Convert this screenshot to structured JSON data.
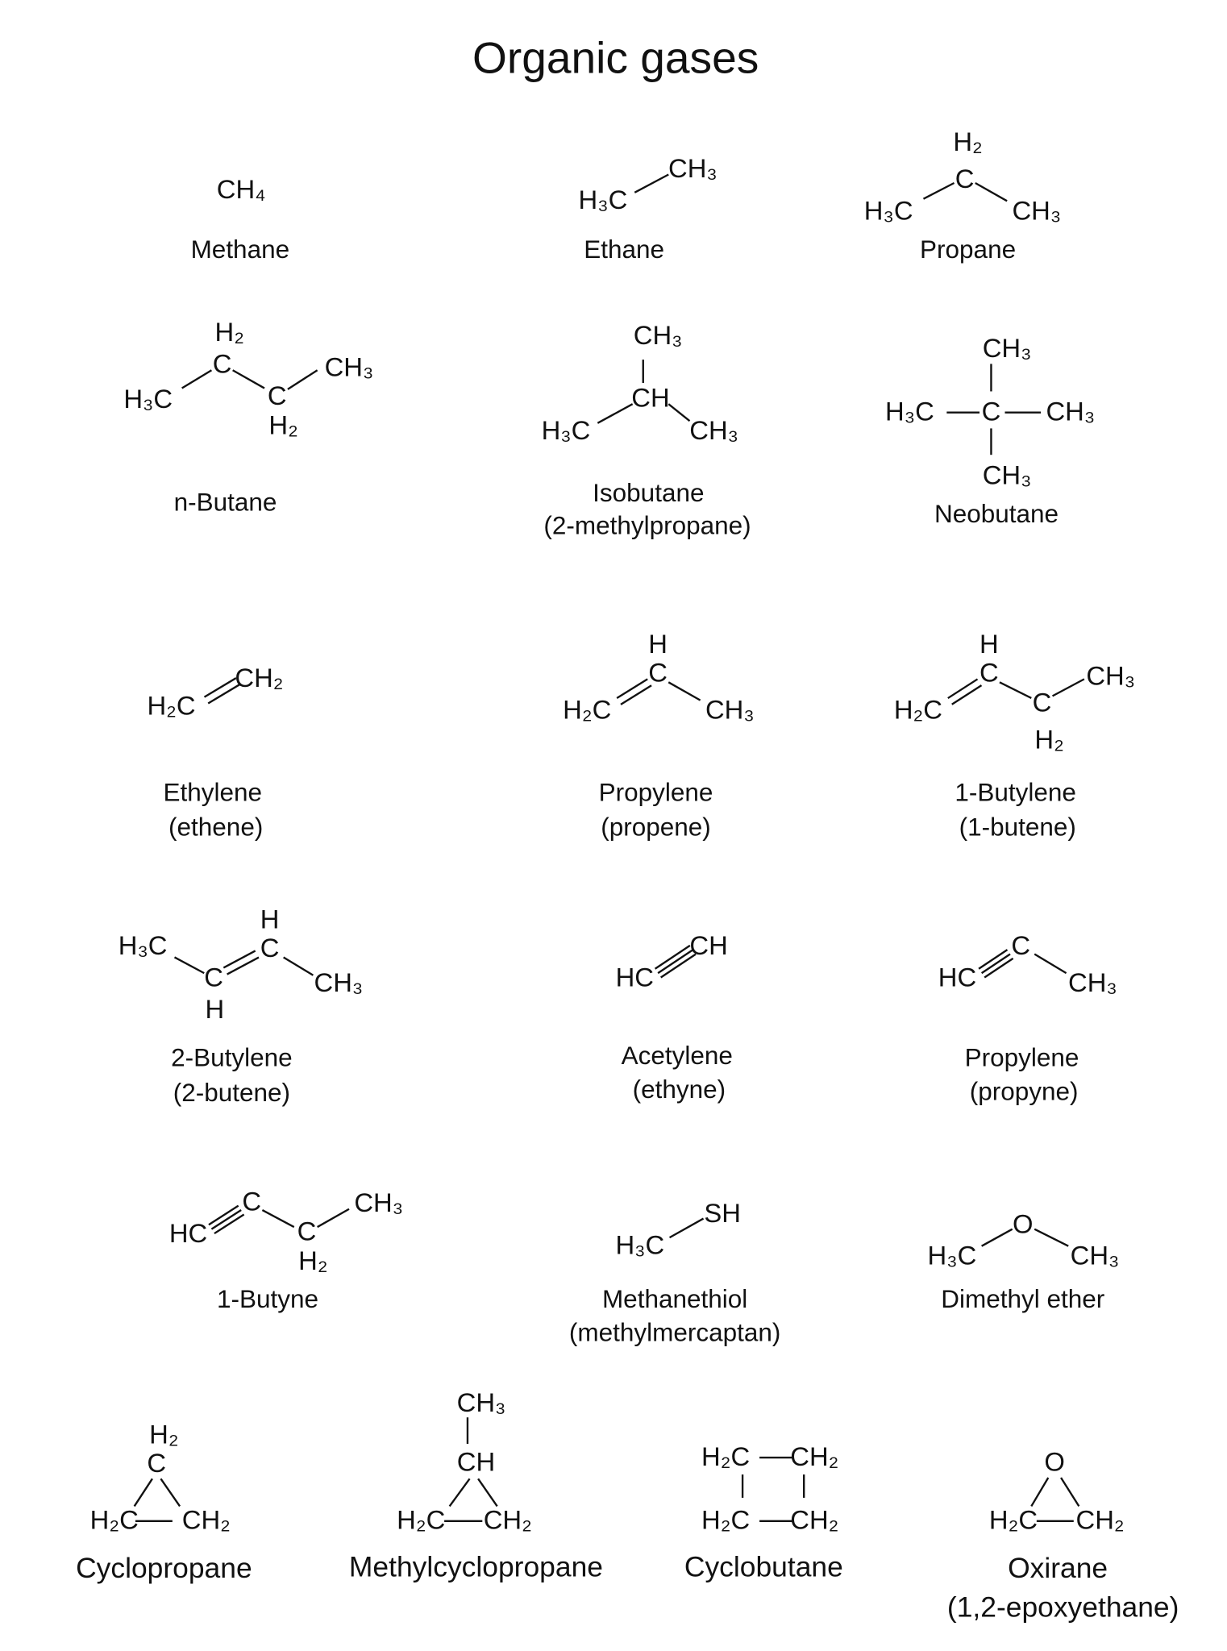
{
  "title": "Organic gases",
  "molecules": [
    {
      "name": "Methane",
      "atoms": [
        "CH₄"
      ]
    },
    {
      "name": "Ethane",
      "atoms": [
        "H₃C",
        "CH₃"
      ]
    },
    {
      "name": "Propane",
      "atoms": [
        "H₂",
        "C",
        "H₃C",
        "CH₃"
      ]
    },
    {
      "name": "n-Butane",
      "atoms": [
        "H₂",
        "C",
        "H₃C",
        "C",
        "H₂",
        "CH₃"
      ]
    },
    {
      "name": "Isobutane",
      "alt": "(2-methylpropane)",
      "atoms": [
        "CH₃",
        "CH",
        "H₃C",
        "CH₃"
      ]
    },
    {
      "name": "Neobutane",
      "atoms": [
        "CH₃",
        "C",
        "H₃C",
        "CH₃",
        "CH₃"
      ]
    },
    {
      "name": "Ethylene",
      "alt": "(ethene)",
      "atoms": [
        "H₂C",
        "CH₂"
      ]
    },
    {
      "name": "Propylene",
      "alt": "(propene)",
      "atoms": [
        "H",
        "C",
        "H₂C",
        "CH₃"
      ]
    },
    {
      "name": "1-Butylene",
      "alt": "(1-butene)",
      "atoms": [
        "H",
        "C",
        "H₂C",
        "C",
        "H₂",
        "CH₃"
      ]
    },
    {
      "name": "2-Butylene",
      "alt": "(2-butene)",
      "atoms": [
        "H₃C",
        "C",
        "H",
        "H",
        "C",
        "CH₃"
      ]
    },
    {
      "name": "Acetylene",
      "alt": "(ethyne)",
      "atoms": [
        "HC",
        "CH"
      ]
    },
    {
      "name": "Propylene",
      "alt": "(propyne)",
      "atoms": [
        "HC",
        "C",
        "CH₃"
      ]
    },
    {
      "name": "1-Butyne",
      "atoms": [
        "HC",
        "C",
        "C",
        "H₂",
        "CH₃"
      ]
    },
    {
      "name": "Methanethiol",
      "alt": "(methylmercaptan)",
      "atoms": [
        "H₃C",
        "SH"
      ]
    },
    {
      "name": "Dimethyl ether",
      "atoms": [
        "H₃C",
        "O",
        "CH₃"
      ]
    },
    {
      "name": "Cyclopropane",
      "atoms": [
        "H₂",
        "C",
        "H₂C",
        "CH₂"
      ]
    },
    {
      "name": "Methylcyclopropane",
      "atoms": [
        "CH₃",
        "CH",
        "H₂C",
        "CH₂"
      ]
    },
    {
      "name": "Cyclobutane",
      "atoms": [
        "H₂C",
        "CH₂",
        "H₂C",
        "CH₂"
      ]
    },
    {
      "name": "Oxirane",
      "alt": "(1,2-epoxyethane)",
      "atoms": [
        "O",
        "H₂C",
        "CH₂"
      ]
    }
  ]
}
